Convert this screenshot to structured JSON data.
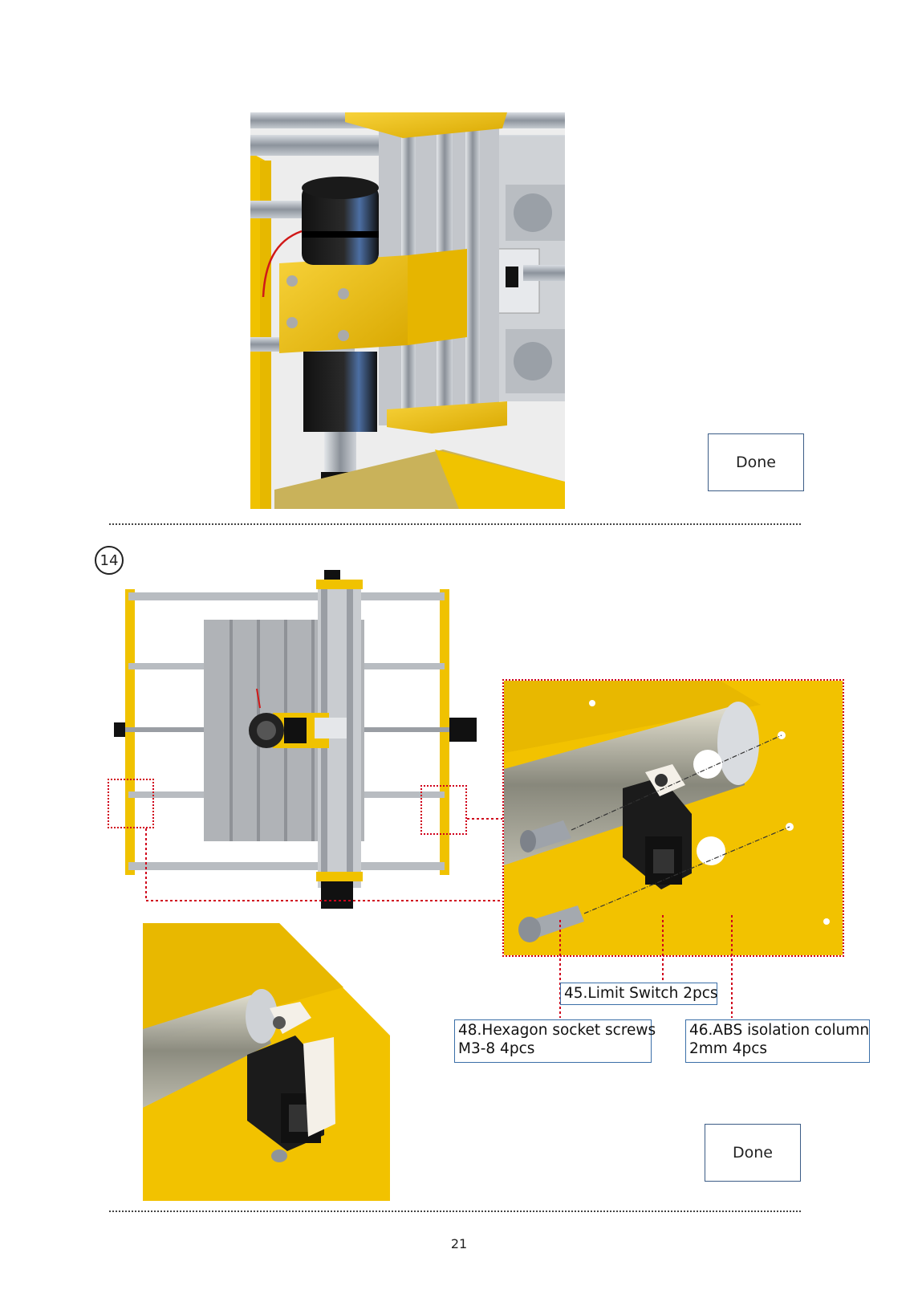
{
  "step": {
    "number": "14"
  },
  "buttons": {
    "done_top": "Done",
    "done_bottom": "Done"
  },
  "parts": {
    "limit_switch": "45.Limit Switch  2pcs",
    "hex_screws": {
      "line1": "48.Hexagon socket screws",
      "line2": "M3-8  4pcs"
    },
    "abs_column": {
      "line1": "46.ABS isolation column",
      "line2": "2mm  4pcs"
    }
  },
  "page_number": "21",
  "colors": {
    "frame_yellow": "#f2c200",
    "callout_red": "#d0021b",
    "box_blue": "#3b6fa8"
  },
  "illustrations": {
    "top": "spindle-mount-render",
    "overview": "machine-top-view-render",
    "detail_right": "limit-switch-exploded-render",
    "detail_left": "limit-switch-assembled-render"
  }
}
